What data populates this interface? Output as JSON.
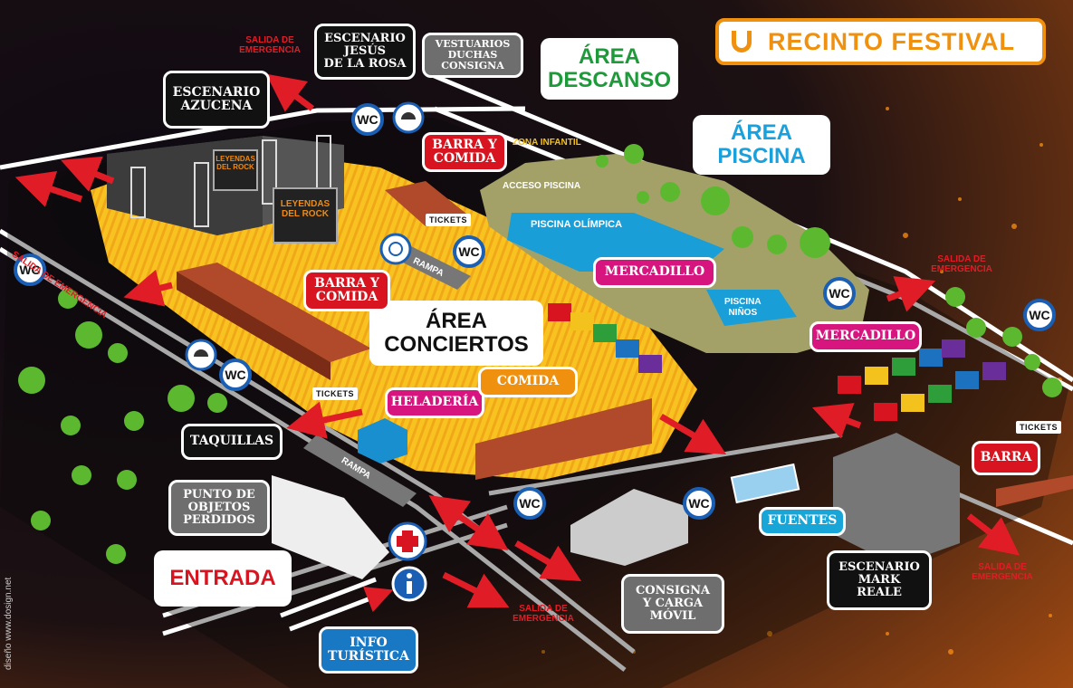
{
  "title": "RECINTO FESTIVAL",
  "credit": "diseño www.dosign.net",
  "stages": {
    "azucena": "ESCENARIO\nAZUCENA",
    "jesus": "ESCENARIO\nJESÚS\nDE LA ROSA",
    "mark": "ESCENARIO\nMARK\nREALE"
  },
  "areas": {
    "descanso": "ÁREA\nDESCANSO",
    "piscina": "ÁREA\nPISCINA",
    "conciertos": "ÁREA\nCONCIERTOS"
  },
  "services": {
    "vestuarios": "VESTUARIOS\nDUCHAS\nCONSIGNA",
    "barra_comida_1": "BARRA Y\nCOMIDA",
    "barra_comida_2": "BARRA Y\nCOMIDA",
    "mercadillo_1": "MERCADILLO",
    "mercadillo_2": "MERCADILLO",
    "heladeria": "HELADERÍA",
    "comida": "COMIDA",
    "barra": "BARRA",
    "taquillas": "TAQUILLAS",
    "objetos": "PUNTO DE\nOBJETOS\nPERDIDOS",
    "entrada": "ENTRADA",
    "info": "INFO\nTURÍSTICA",
    "consigna": "CONSIGNA\nY CARGA\nMÓVIL",
    "fuentes": "FUENTES"
  },
  "labels": {
    "zona_infantil": "ZONA INFANTIL",
    "acceso_piscina": "ACCESO PISCINA",
    "piscina_olimpica": "PISCINA OLÍMPICA",
    "piscina_ninos": "PISCINA\nNIÑOS",
    "rampa_1": "RAMPA",
    "rampa_2": "RAMPA",
    "tickets": "TICKETS",
    "wc": "WC",
    "screen_text": "LEYENDAS\nDEL ROCK"
  },
  "emergency": {
    "top": "SALIDA DE\nEMERGENCIA",
    "left": "SALIDA DE EMERGENCIA",
    "right_top": "SALIDA DE\nEMERGENCIA",
    "right_bottom": "SALIDA DE\nEMERGENCIA",
    "bottom": "SALIDA DE\nEMERGENCIA"
  },
  "colors": {
    "stage_bubble": "#111111",
    "service_gray": "#6e6e6e",
    "bar_red": "#d7141f",
    "market_pink": "#d6167e",
    "food_orange": "#f0900f",
    "info_blue": "#1878c4",
    "title_orange": "#f0900f",
    "area_green": "#1f9a3a",
    "area_blue": "#1aa0db",
    "concert_yellow": "#f8c320",
    "wc_ring": "#1a5fb4",
    "emergency_red": "#e01d27"
  }
}
